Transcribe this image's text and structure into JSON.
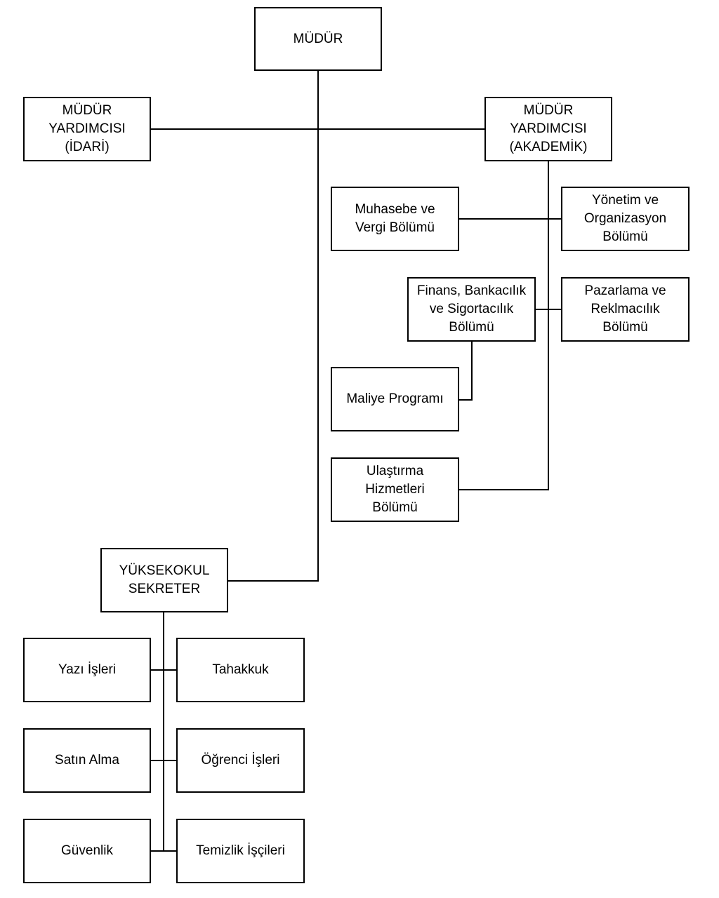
{
  "colors": {
    "line": "#000000",
    "box_border": "#000000",
    "background": "#ffffff",
    "text": "#000000"
  },
  "nodes": {
    "mudur": "MÜDÜR",
    "mudur_yardimcisi_idari": "MÜDÜR\nYARDIMCISI\n(İDARİ)",
    "mudur_yardimcisi_akademik": "MÜDÜR\nYARDIMCISI\n(AKADEMİK)",
    "muhasebe_vergi": "Muhasebe ve\nVergi Bölümü",
    "yonetim_organizasyon": "Yönetim ve\nOrganizasyon\nBölümü",
    "finans_bankacilik": "Finans, Bankacılık\nve Sigortacılık\nBölümü",
    "pazarlama_reklamcilik": "Pazarlama ve\nReklmacılık\nBölümü",
    "maliye_programi": "Maliye Programı",
    "ulastirma_hizmetleri": "Ulaştırma\nHizmetleri\nBölümü",
    "yuksekokul_sekreter": "YÜKSEKOKUL\nSEKRETER",
    "yazi_isleri": "Yazı İşleri",
    "tahakkuk": "Tahakkuk",
    "satin_alma": "Satın Alma",
    "ogrenci_isleri": "Öğrenci İşleri",
    "guvenlik": "Güvenlik",
    "temizlik_iscileri": "Temizlik İşçileri"
  }
}
